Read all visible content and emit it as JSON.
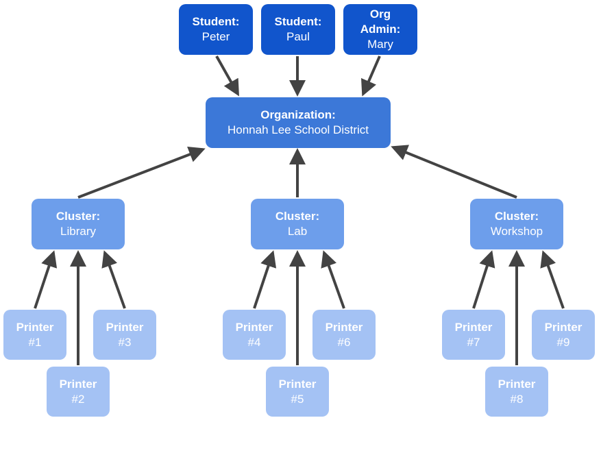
{
  "colors": {
    "user": "#1155cc",
    "organization": "#3c78d8",
    "cluster": "#6d9eeb",
    "printer": "#a4c2f4",
    "arrow": "#434343"
  },
  "users": [
    {
      "role": "Student:",
      "name": "Peter"
    },
    {
      "role": "Student:",
      "name": "Paul"
    },
    {
      "role": "Org Admin:",
      "name": "Mary"
    }
  ],
  "organization": {
    "label": "Organization:",
    "name": "Honnah Lee School District"
  },
  "clusters": [
    {
      "label": "Cluster:",
      "name": "Library"
    },
    {
      "label": "Cluster:",
      "name": "Lab"
    },
    {
      "label": "Cluster:",
      "name": "Workshop"
    }
  ],
  "printers": [
    {
      "label": "Printer",
      "num": "#1"
    },
    {
      "label": "Printer",
      "num": "#2"
    },
    {
      "label": "Printer",
      "num": "#3"
    },
    {
      "label": "Printer",
      "num": "#4"
    },
    {
      "label": "Printer",
      "num": "#5"
    },
    {
      "label": "Printer",
      "num": "#6"
    },
    {
      "label": "Printer",
      "num": "#7"
    },
    {
      "label": "Printer",
      "num": "#8"
    },
    {
      "label": "Printer",
      "num": "#9"
    }
  ]
}
